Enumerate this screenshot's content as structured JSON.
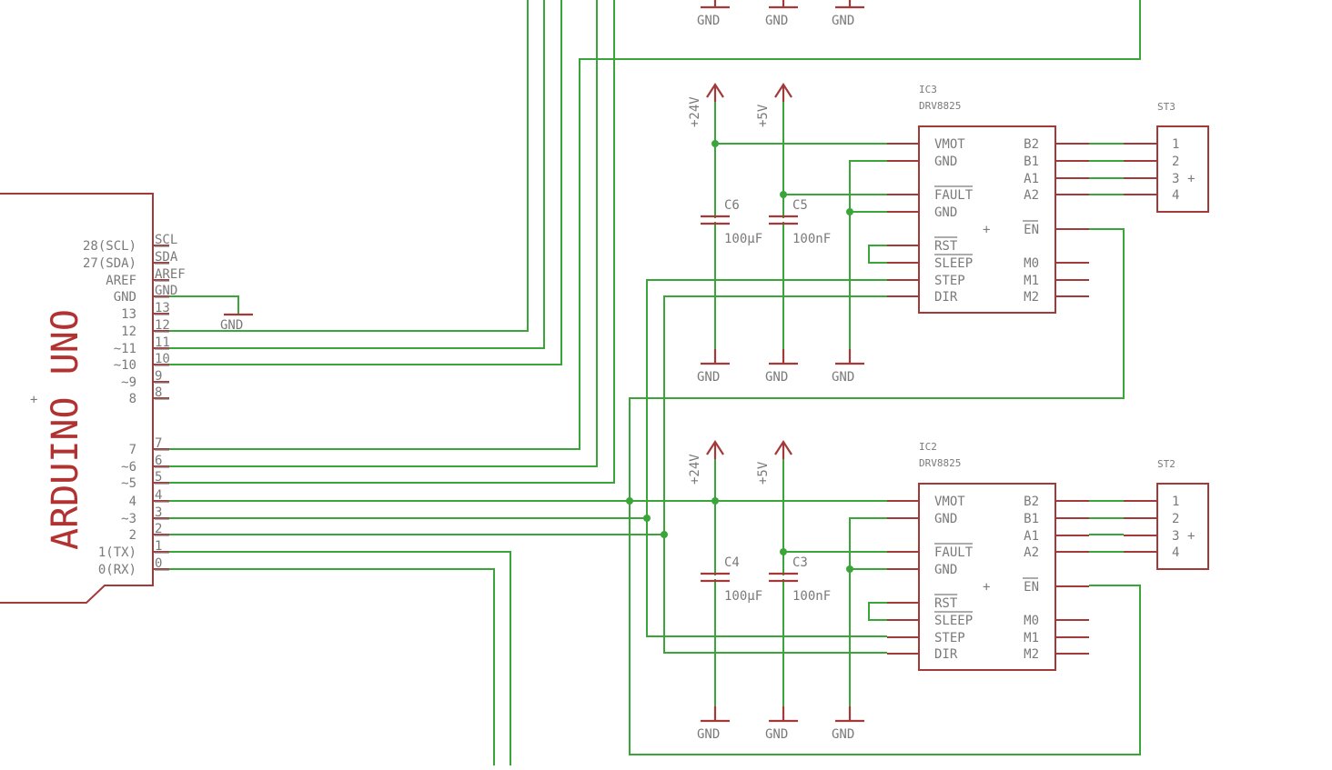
{
  "arduino": {
    "title": "ARDUINO UNO",
    "left_pins": [
      "28(SCL)",
      "27(SDA)",
      "AREF",
      "GND",
      "13",
      "12",
      "~11",
      "~10",
      "~9",
      "8",
      "7",
      "~6",
      "~5",
      "4",
      "~3",
      "2",
      "1(TX)",
      "0(RX)"
    ],
    "right_pins": [
      "SCL",
      "SDA",
      "AREF",
      "GND",
      "13",
      "12",
      "11",
      "10",
      "9",
      "8",
      "7",
      "6",
      "5",
      "4",
      "3",
      "2",
      "1",
      "0"
    ]
  },
  "gnd_label": "GND",
  "supply_24v": "+24V",
  "supply_5v": "+5V",
  "plus_mark": "+",
  "drivers": [
    {
      "name": "IC3",
      "part": "DRV8825",
      "left_pins": [
        "VMOT",
        "GND",
        "FAULT",
        "GND",
        "RST",
        "SLEEP",
        "STEP",
        "DIR"
      ],
      "right_pins": [
        "B2",
        "B1",
        "A1",
        "A2",
        "EN",
        "M0",
        "M1",
        "M2"
      ],
      "cap_big": {
        "name": "C6",
        "value": "100µF"
      },
      "cap_small": {
        "name": "C5",
        "value": "100nF"
      },
      "connector": {
        "name": "ST3",
        "pins": [
          "1",
          "2",
          "3",
          "4"
        ]
      }
    },
    {
      "name": "IC2",
      "part": "DRV8825",
      "left_pins": [
        "VMOT",
        "GND",
        "FAULT",
        "GND",
        "RST",
        "SLEEP",
        "STEP",
        "DIR"
      ],
      "right_pins": [
        "B2",
        "B1",
        "A1",
        "A2",
        "EN",
        "M0",
        "M1",
        "M2"
      ],
      "cap_big": {
        "name": "C4",
        "value": "100µF"
      },
      "cap_small": {
        "name": "C3",
        "value": "100nF"
      },
      "connector": {
        "name": "ST2",
        "pins": [
          "1",
          "2",
          "3",
          "4"
        ]
      }
    }
  ],
  "colors": {
    "wire": "#3aa63a",
    "component": "#a33a3a",
    "label": "#7a7a7a",
    "title": "#b23232"
  }
}
